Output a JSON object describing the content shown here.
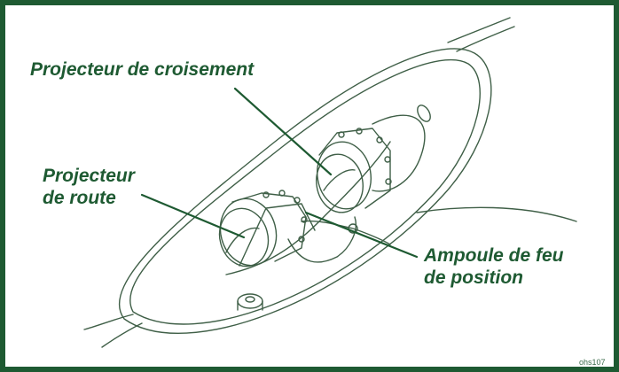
{
  "callouts": {
    "dipped_beam": {
      "line1": "Projecteur de croisement"
    },
    "main_beam": {
      "line1": "Projecteur",
      "line2": "de route"
    },
    "position_bulb": {
      "line1": "Ampoule de feu",
      "line2": "de position"
    }
  },
  "reference_code": "ohs107",
  "colors": {
    "frame": "#1e5a32",
    "text": "#1e5a32",
    "drawing": "#3f5f47",
    "background": "#ffffff"
  }
}
